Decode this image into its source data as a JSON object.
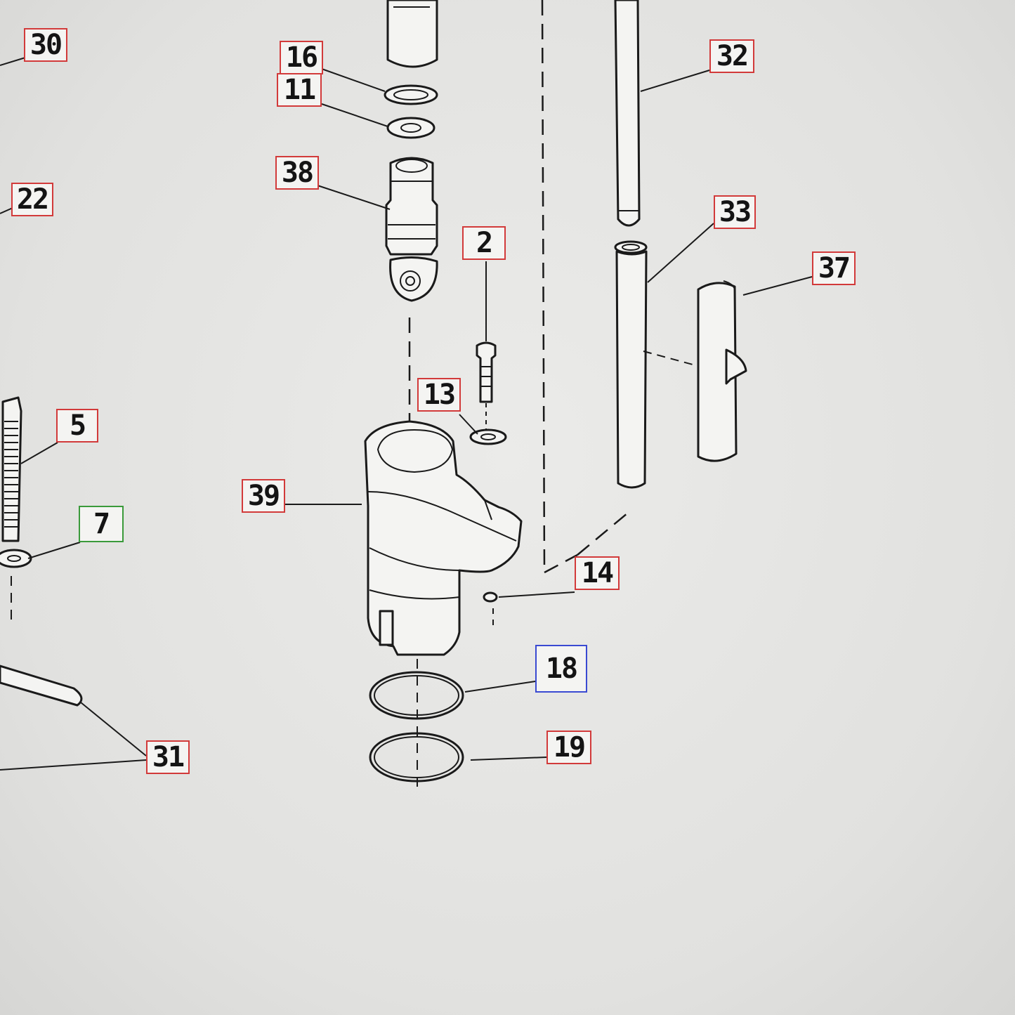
{
  "diagram": {
    "callouts": [
      {
        "id": "30",
        "text": "30",
        "border": "#d23a3a"
      },
      {
        "id": "22",
        "text": "22",
        "border": "#d23a3a"
      },
      {
        "id": "16",
        "text": "16",
        "border": "#d23a3a"
      },
      {
        "id": "11",
        "text": "11",
        "border": "#d23a3a"
      },
      {
        "id": "38",
        "text": "38",
        "border": "#d23a3a"
      },
      {
        "id": "2",
        "text": "2",
        "border": "#d23a3a"
      },
      {
        "id": "13",
        "text": "13",
        "border": "#d23a3a"
      },
      {
        "id": "5",
        "text": "5",
        "border": "#d23a3a"
      },
      {
        "id": "39",
        "text": "39",
        "border": "#d23a3a"
      },
      {
        "id": "7",
        "text": "7",
        "border": "#3a9a3a"
      },
      {
        "id": "14",
        "text": "14",
        "border": "#d23a3a"
      },
      {
        "id": "18",
        "text": "18",
        "border": "#3a4ad2"
      },
      {
        "id": "19",
        "text": "19",
        "border": "#d23a3a"
      },
      {
        "id": "31",
        "text": "31",
        "border": "#d23a3a"
      },
      {
        "id": "32",
        "text": "32",
        "border": "#d23a3a"
      },
      {
        "id": "33",
        "text": "33",
        "border": "#d23a3a"
      },
      {
        "id": "37",
        "text": "37",
        "border": "#d23a3a"
      }
    ]
  }
}
